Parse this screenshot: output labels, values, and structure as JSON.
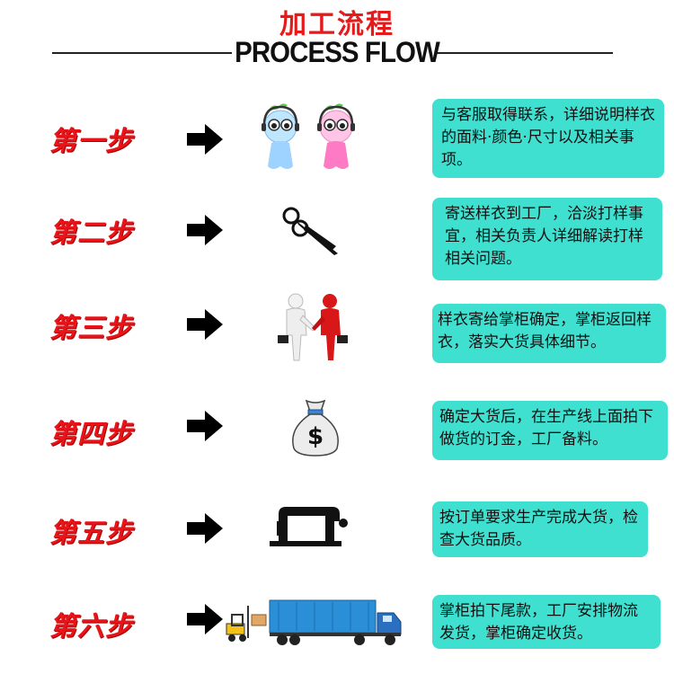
{
  "header": {
    "title_cn": "加工流程",
    "title_en": "PROCESS FLOW"
  },
  "colors": {
    "accent_red": "#e8141a",
    "box_bg": "#3fe0d0"
  },
  "steps": [
    {
      "label": "第一步",
      "icon": "mascot-pair-icon",
      "text": "与客服取得联系，详细说明样衣的面料·颜色·尺寸以及相关事项。"
    },
    {
      "label": "第二步",
      "icon": "scissors-icon",
      "text": "寄送样衣到工厂，洽淡打样事宜，相关负责人详细解读打样相关问题。"
    },
    {
      "label": "第三步",
      "icon": "handshake-icon",
      "text": "样衣寄给掌柜确定，掌柜返回样衣，落实大货具体细节。"
    },
    {
      "label": "第四步",
      "icon": "money-bag-icon",
      "text": "确定大货后，在生产线上面拍下做货的订金，工厂备料。"
    },
    {
      "label": "第五步",
      "icon": "sewing-machine-icon",
      "text": "按订单要求生产完成大货，检查大货品质。"
    },
    {
      "label": "第六步",
      "icon": "truck-icon",
      "text": "掌柜拍下尾款，工厂安排物流发货，掌柜确定收货。"
    }
  ]
}
